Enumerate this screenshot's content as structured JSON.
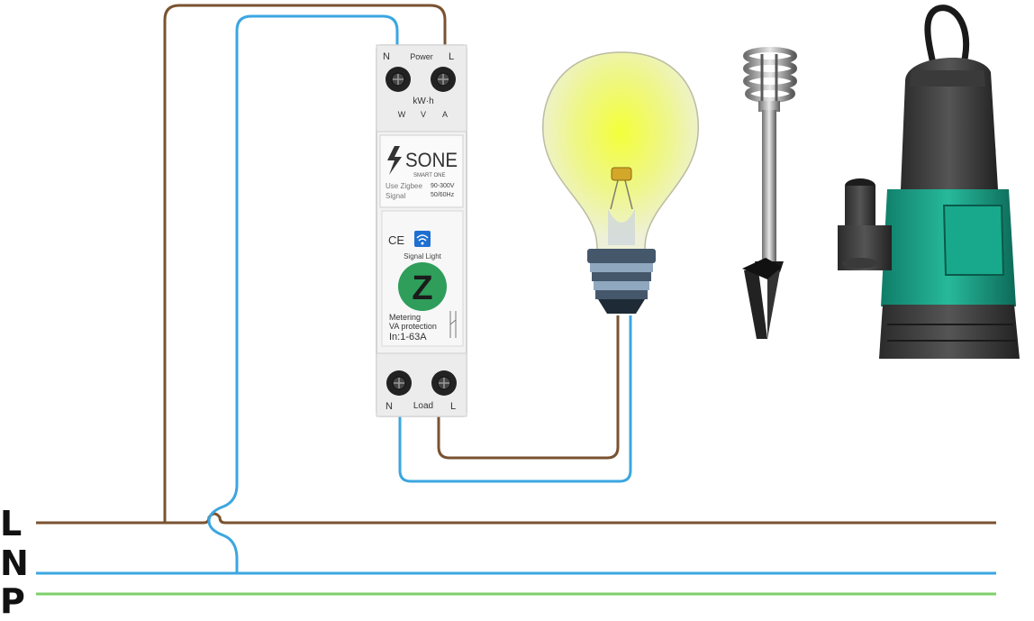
{
  "bus": {
    "lines": [
      {
        "label": "L",
        "color": "#7a5230"
      },
      {
        "label": "N",
        "color": "#3ba6e0"
      },
      {
        "label": "P",
        "color": "#7ed06a"
      }
    ]
  },
  "breaker": {
    "top_terminals": {
      "left": "N",
      "center": "Power",
      "right": "L"
    },
    "meter_label": "kW·h",
    "meter_units": [
      "W",
      "V",
      "A"
    ],
    "brand": "SONE",
    "brand_sub": "SMART ONE",
    "use_line1": "Use Zigbee",
    "use_line2": "Signal",
    "voltage": "90-300V",
    "frequency": "50/60Hz",
    "ce": "CE",
    "signal_light": "Signal Light",
    "zigbee_letter": "Z",
    "metering": "Metering",
    "protection": "VA protection",
    "rating": "In:1-63A",
    "bottom_terminals": {
      "left": "N",
      "center": "Load",
      "right": "L"
    }
  },
  "colors": {
    "live": "#7a5230",
    "neutral": "#3ba6e0",
    "protective": "#7ed06a",
    "zigbee_green": "#2e9e5a",
    "pump_body": "#1fa389"
  },
  "icons": [
    "bolt-logo-icon",
    "wifi-signal-icon",
    "light-bulb-icon",
    "immersion-heater-icon",
    "water-pump-icon"
  ]
}
